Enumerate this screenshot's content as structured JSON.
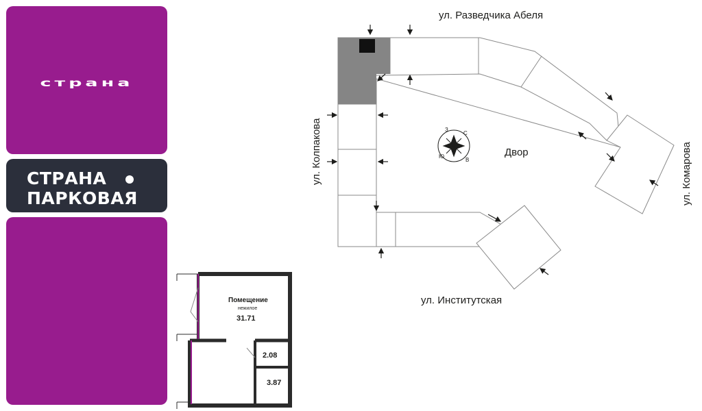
{
  "brand": {
    "logo_text": "страна",
    "name_line1": "СТРАНА",
    "name_line2": "ПАРКОВАЯ"
  },
  "site_plan": {
    "streets": {
      "north": "ул. Разведчика Абеля",
      "west": "ул. Колпакова",
      "east": "ул. Комарова",
      "south": "ул. Институтская"
    },
    "courtyard_label": "Двор"
  },
  "floor_plan": {
    "room_name": "Помещение",
    "room_type": "нежилое",
    "area_main": "31.71",
    "area_small": "2.08",
    "area_bottom": "3.87"
  },
  "colors": {
    "brand_purple": "#981c8e",
    "dark_panel": "#2b2f3b",
    "highlight_section": "#858585"
  },
  "icons": [
    "compass-rose-icon",
    "entrance-arrow-icon"
  ]
}
